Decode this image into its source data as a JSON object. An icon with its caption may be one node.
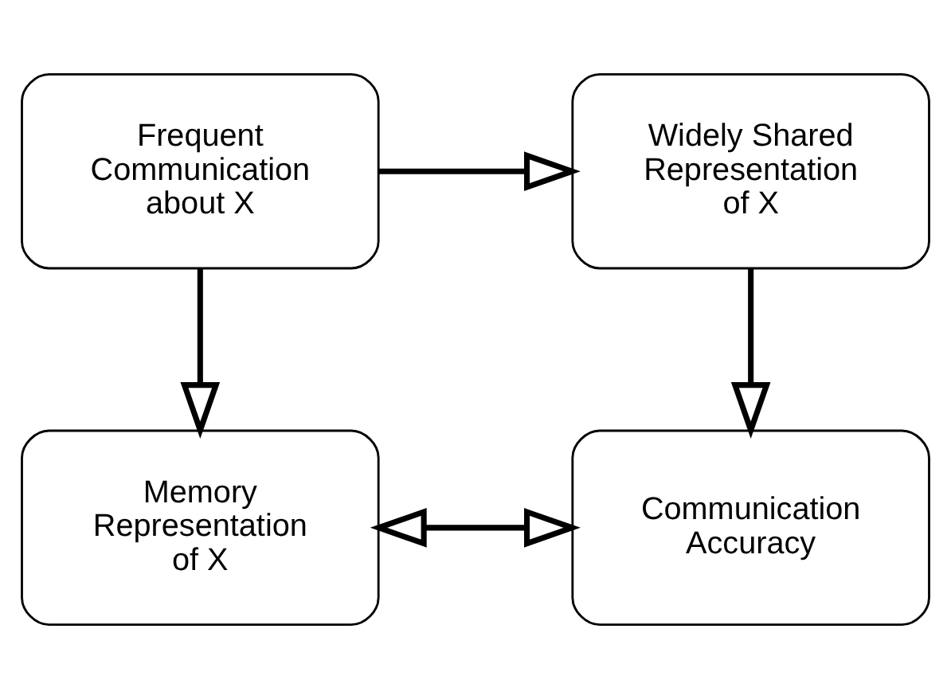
{
  "diagram": {
    "nodes": [
      {
        "text": [
          "Frequent Communication about X"
        ]
      },
      {
        "text": [
          "Widely Shared Representation of X"
        ]
      },
      {
        "text": [
          "Memory Representation of X"
        ]
      },
      {
        "text": [
          "Communication Accuracy"
        ]
      }
    ],
    "edges": [
      {
        "from": 0,
        "to": 1,
        "arrow": "to"
      },
      {
        "from": 0,
        "to": 2,
        "arrow": "to"
      },
      {
        "from": 1,
        "to": 3,
        "arrow": "to"
      },
      {
        "from": 2,
        "to": 3,
        "arrow": "both"
      }
    ]
  }
}
